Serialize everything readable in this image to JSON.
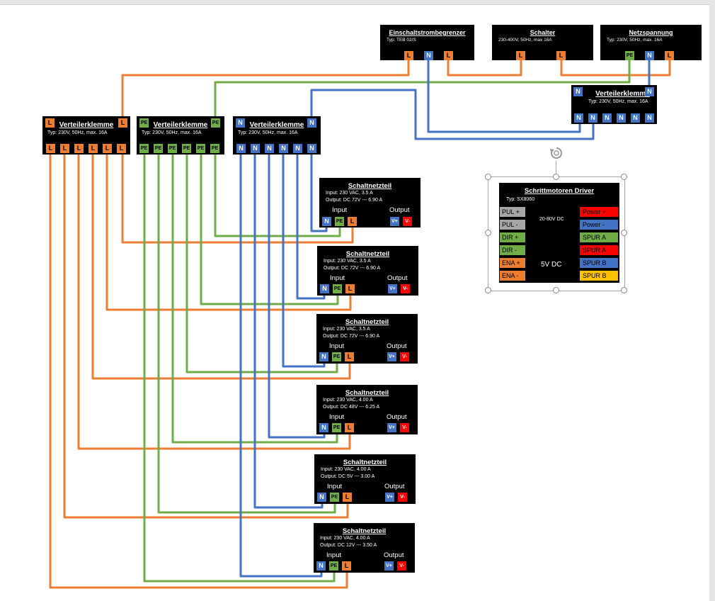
{
  "labels": {
    "L": "L",
    "N": "N",
    "PE": "PE",
    "V_PLUS": "V+",
    "V_MINUS": "V-"
  },
  "top_boxes": [
    {
      "title": "Einschaltstrombegrenzer",
      "sub": "Typ: TEB 02/S"
    },
    {
      "title": "Schalter",
      "sub": "230-400V, 50Hz, max 16A"
    },
    {
      "title": "Netzspannung",
      "sub": "Typ: 230V, 50Hz, max. 16A"
    }
  ],
  "distribution_blocks": [
    {
      "title": "Verteilerklemme",
      "sub": "Typ: 230V, 50Hz, max. 16A"
    },
    {
      "title": "Verteilerklemme",
      "sub": "Typ: 230V, 50Hz, max. 16A"
    },
    {
      "title": "Verteilerklemme",
      "sub": "Typ: 230V, 50Hz, max. 16A"
    },
    {
      "title": "Verteilerklemme",
      "sub": "Typ: 230V, 50Hz, max. 16A"
    }
  ],
  "power_supplies": [
    {
      "title": "Schaltnetzteil",
      "input": "Input: 230 VAC, 3.5 A",
      "output": "Output: DC 72V --- 6.90 A",
      "input_label": "Input",
      "output_label": "Output"
    },
    {
      "title": "Schaltnetzteil",
      "input": "Input: 230 VAC, 3.5 A",
      "output": "Output: DC 72V --- 6.90 A",
      "input_label": "Input",
      "output_label": "Output"
    },
    {
      "title": "Schaltnetzteil",
      "input": "Input: 230 VAC, 3.5 A",
      "output": "Output: DC 72V --- 6.90 A",
      "input_label": "Input",
      "output_label": "Output"
    },
    {
      "title": "Schaltnetzteil",
      "input": "Input: 230 VAC, 4.00 A",
      "output": "Output: DC 48V --- 6.25 A",
      "input_label": "Input",
      "output_label": "Output"
    },
    {
      "title": "Schaltnetzteil",
      "input": "Input: 230 VAC, 4.00 A",
      "output": "Output: DC 5V --- 3.00 A",
      "input_label": "Input",
      "output_label": "Output"
    },
    {
      "title": "Schaltnetzteil",
      "input": "Input: 230 VAC, 4.00 A",
      "output": "Output: DC 12V --- 3.50 A",
      "input_label": "Input",
      "output_label": "Output"
    }
  ],
  "driver": {
    "title": "Schrittmotoren Driver",
    "sub": "Typ: SX8060",
    "signals": [
      "PUL +",
      "PUL -",
      "DIR +",
      "DIR -",
      "ENA +",
      "ENA -"
    ],
    "voltage_high": "20-80V DC",
    "voltage_low": "5V DC",
    "outputs": [
      "Power +",
      "Power -",
      "SPUR A",
      "SPUR A",
      "SPUR B",
      "SPUR B"
    ]
  },
  "colors": {
    "L": "#ed7d31",
    "N": "#4472c4",
    "PE": "#70ad47",
    "V_MINUS": "#ff0000",
    "SPUR_B2": "#ffc000",
    "GREY": "#a6a6a6"
  }
}
